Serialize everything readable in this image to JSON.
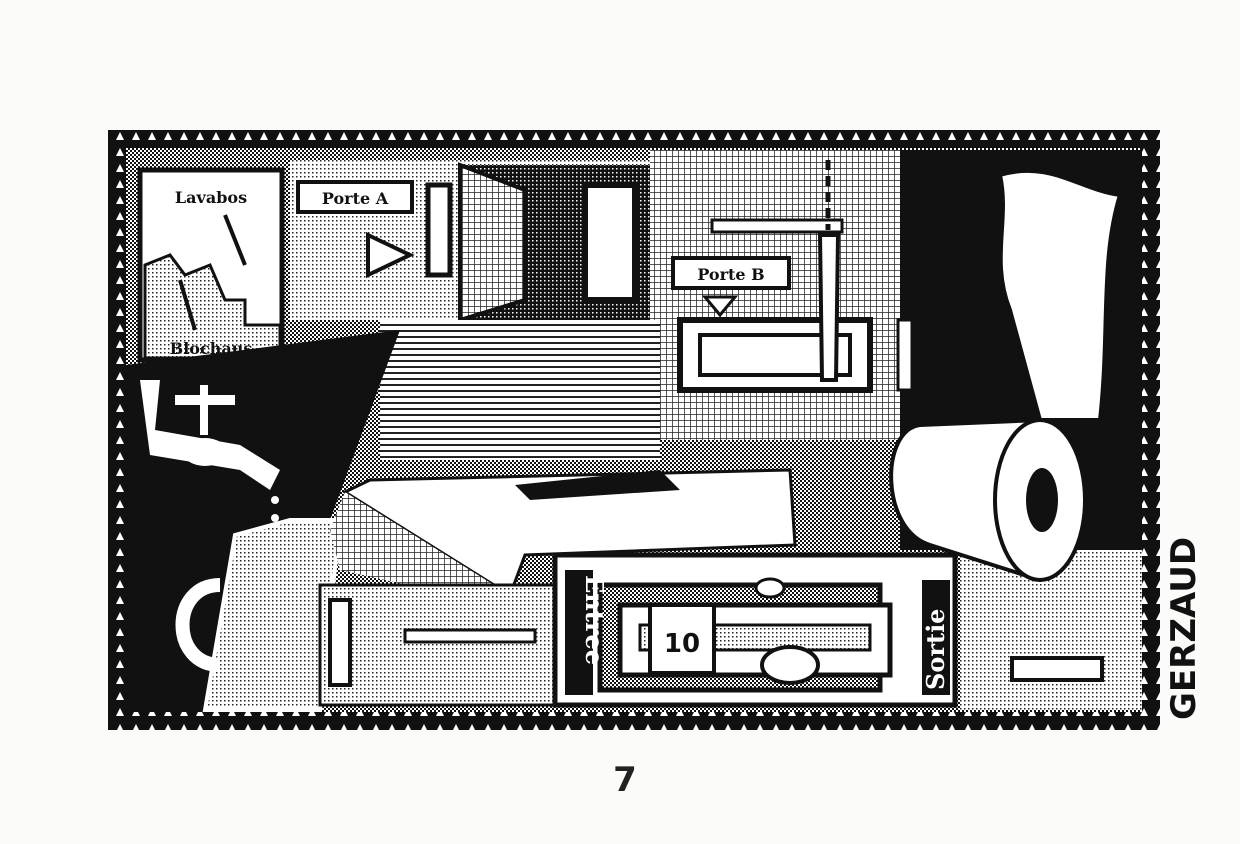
{
  "scene": {
    "signs": {
      "lavabos": "Lavabos",
      "blochaus": "Blochaus",
      "porte_a": "Porte A",
      "porte_b": "Porte B",
      "entree": "Entree",
      "sortie": "Sortie"
    },
    "ticket_number": "10"
  },
  "page_number": "7",
  "signature": "GERZAUD"
}
